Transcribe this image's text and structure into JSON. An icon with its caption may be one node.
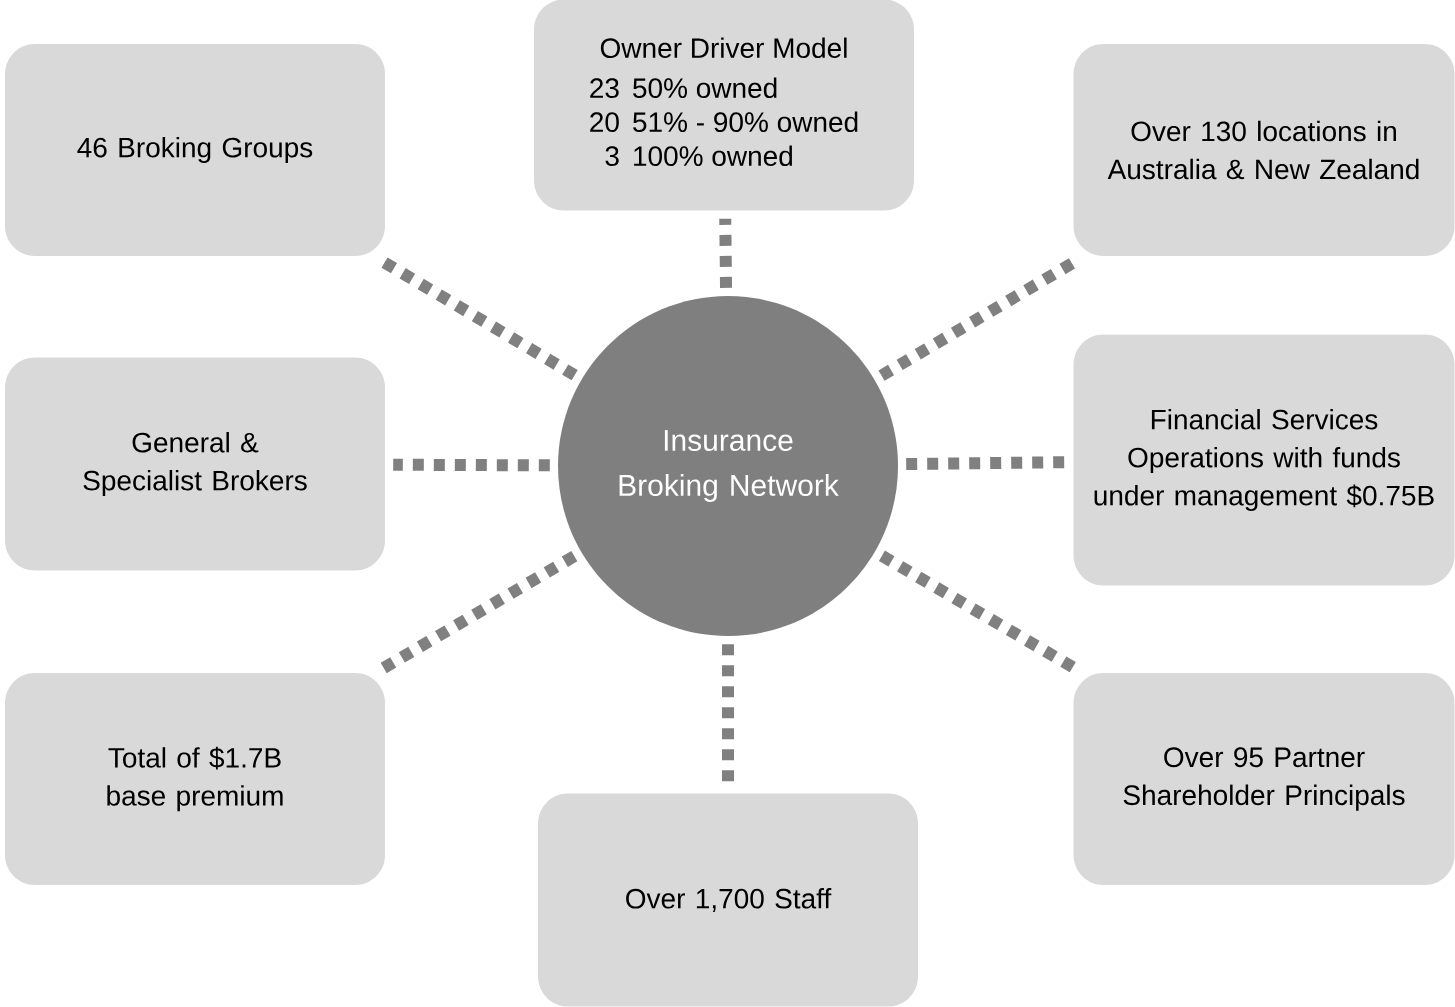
{
  "diagram": {
    "nodes": [
      {
        "text": [
          "Insurance Broking Network"
        ]
      },
      {
        "text": [
          "46 Broking Groups"
        ]
      },
      {
        "text": [
          "Owner Driver Model",
          "23",
          "50% owned",
          "20",
          "51% - 90% owned",
          "3",
          "100% owned"
        ]
      },
      {
        "text": [
          "Over 130 locations in Australia & New Zealand"
        ]
      },
      {
        "text": [
          "General & Specialist Brokers"
        ]
      },
      {
        "text": [
          "Financial Services Operations with funds under management $0.75B"
        ]
      },
      {
        "text": [
          "Total of $1.7B base premium"
        ]
      },
      {
        "text": [
          "Over 1,700 Staff"
        ]
      },
      {
        "text": [
          "Over 95 Partner Shareholder Principals"
        ]
      }
    ],
    "edges": [
      {
        "from": 0,
        "to": 1,
        "arrow": "none",
        "style": "dashed"
      },
      {
        "from": 0,
        "to": 2,
        "arrow": "none",
        "style": "dashed"
      },
      {
        "from": 0,
        "to": 3,
        "arrow": "none",
        "style": "dashed"
      },
      {
        "from": 0,
        "to": 4,
        "arrow": "none",
        "style": "dashed"
      },
      {
        "from": 0,
        "to": 5,
        "arrow": "none",
        "style": "dashed"
      },
      {
        "from": 0,
        "to": 6,
        "arrow": "none",
        "style": "dashed"
      },
      {
        "from": 0,
        "to": 7,
        "arrow": "none",
        "style": "dashed"
      },
      {
        "from": 0,
        "to": 8,
        "arrow": "none",
        "style": "dashed"
      }
    ]
  }
}
